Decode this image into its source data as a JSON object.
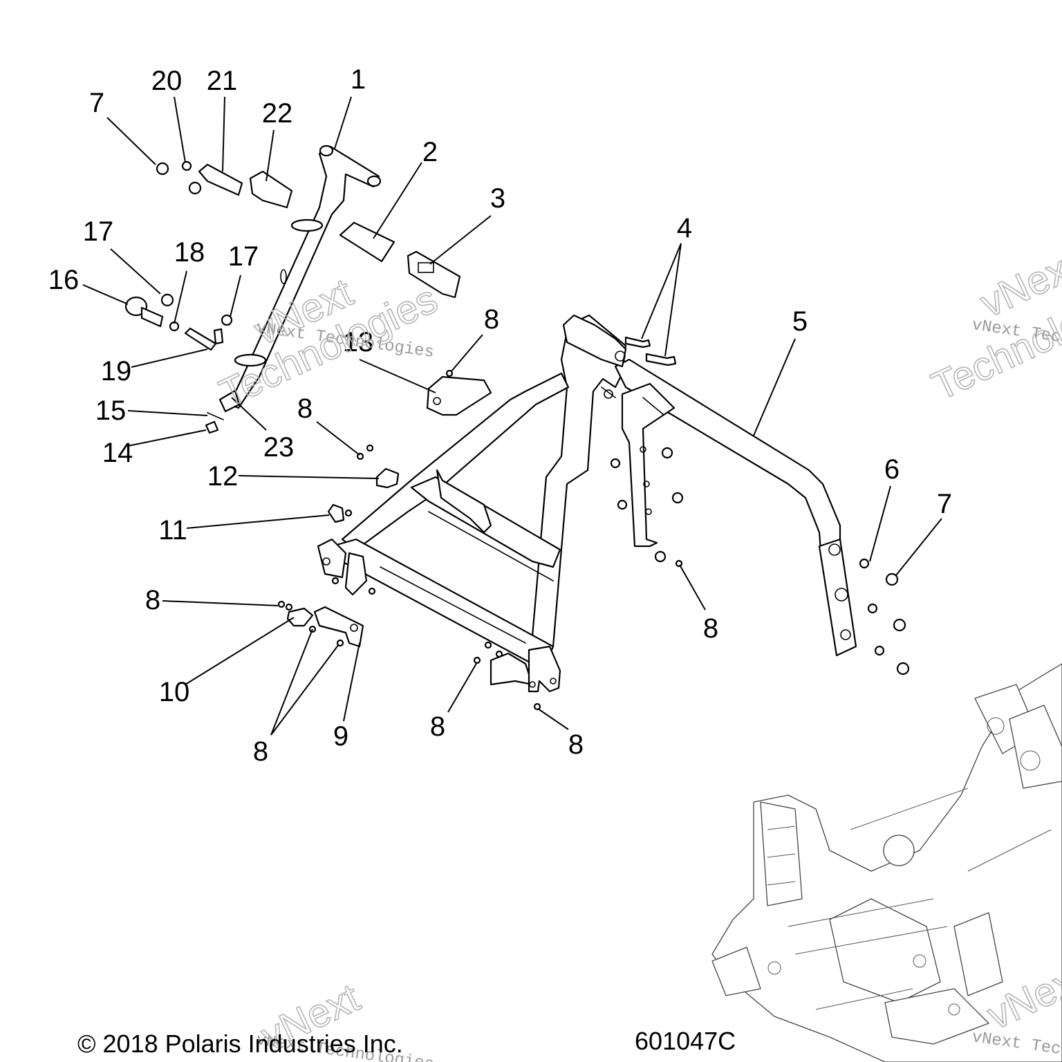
{
  "diagram": {
    "callouts": [
      "1",
      "2",
      "3",
      "4",
      "5",
      "6",
      "7",
      "7",
      "8",
      "8",
      "8",
      "8",
      "8",
      "8",
      "8",
      "9",
      "10",
      "11",
      "12",
      "13",
      "14",
      "15",
      "16",
      "17",
      "17",
      "18",
      "19",
      "20",
      "21",
      "22",
      "23"
    ],
    "copyright": "© 2018 Polaris Industries Inc.",
    "figure_id": "601047C",
    "watermark_line1": "vNext Technologies",
    "watermark_word1": "vNext",
    "watermark_word2": "Technologies"
  }
}
